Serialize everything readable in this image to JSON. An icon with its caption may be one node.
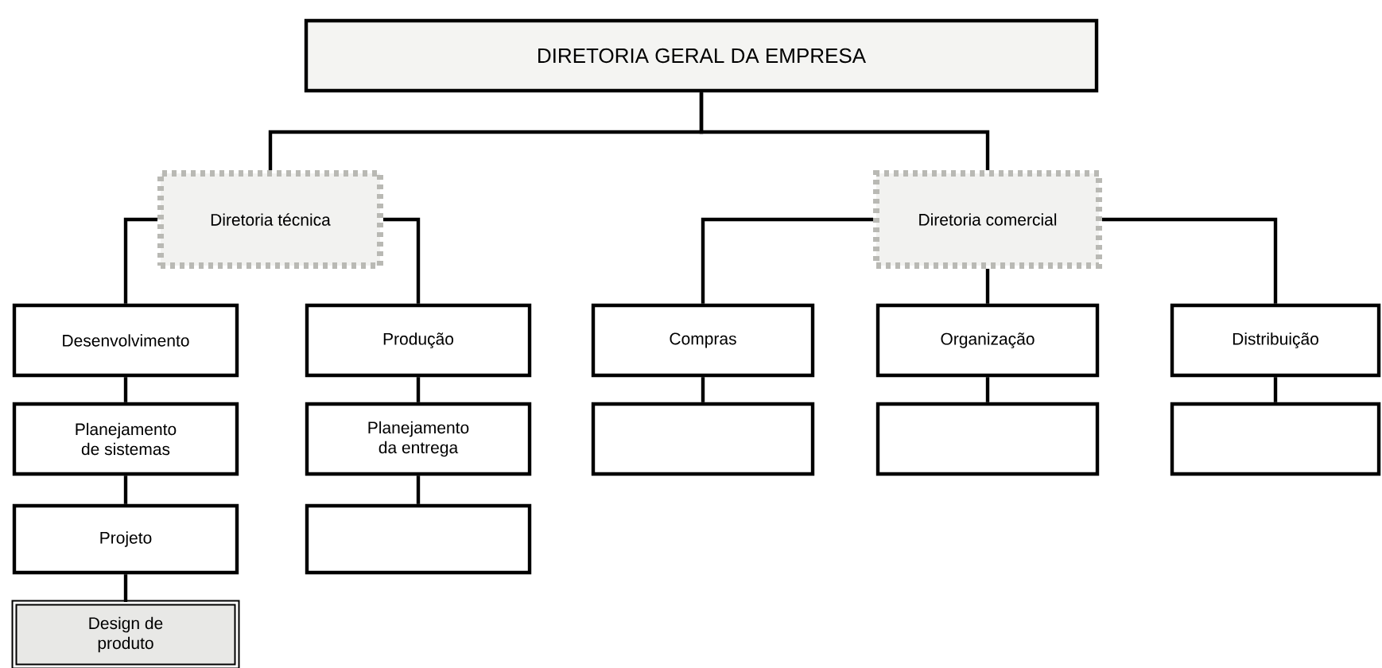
{
  "diagram": {
    "nodes": [
      {
        "text": [
          "DIRETORIA GERAL DA EMPRESA"
        ]
      },
      {
        "text": [
          "Diretoria técnica"
        ]
      },
      {
        "text": [
          "Desenvolvimento"
        ]
      },
      {
        "text": [
          "Planejamento de sistemas"
        ]
      },
      {
        "text": [
          "Projeto"
        ]
      },
      {
        "text": [
          "Design de produto"
        ]
      },
      {
        "text": [
          "Produção"
        ]
      },
      {
        "text": [
          "Planejamento da entrega"
        ]
      },
      {
        "text": [],
        "shape": "box"
      },
      {
        "text": [
          "Diretoria comercial"
        ]
      },
      {
        "text": [
          "Compras"
        ]
      },
      {
        "text": [],
        "shape": "box"
      },
      {
        "text": [
          "Organização"
        ]
      },
      {
        "text": [],
        "shape": "box"
      },
      {
        "text": [
          "Distribuição"
        ]
      },
      {
        "text": [],
        "shape": "box"
      }
    ],
    "edges": [
      {
        "from": 0,
        "to": 1,
        "arrow": "none"
      },
      {
        "from": 0,
        "to": 9,
        "arrow": "none"
      },
      {
        "from": 1,
        "to": 2,
        "arrow": "none"
      },
      {
        "from": 1,
        "to": 6,
        "arrow": "none"
      },
      {
        "from": 2,
        "to": 3,
        "arrow": "none"
      },
      {
        "from": 3,
        "to": 4,
        "arrow": "none"
      },
      {
        "from": 4,
        "to": 5,
        "arrow": "none"
      },
      {
        "from": 6,
        "to": 7,
        "arrow": "none"
      },
      {
        "from": 7,
        "to": 8,
        "arrow": "none"
      },
      {
        "from": 9,
        "to": 10,
        "arrow": "none"
      },
      {
        "from": 9,
        "to": 12,
        "arrow": "none"
      },
      {
        "from": 9,
        "to": 14,
        "arrow": "none"
      },
      {
        "from": 10,
        "to": 11,
        "arrow": "none"
      },
      {
        "from": 12,
        "to": 13,
        "arrow": "none"
      },
      {
        "from": 14,
        "to": 15,
        "arrow": "none"
      }
    ]
  }
}
